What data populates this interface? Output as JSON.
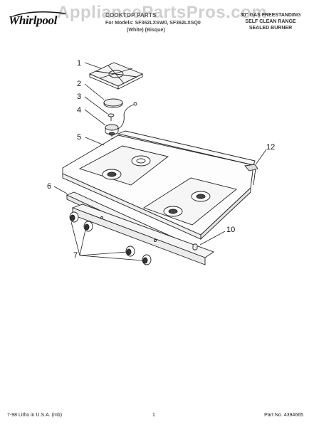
{
  "header": {
    "brand": "Whirlpool",
    "title": "COOKTOP PARTS",
    "subtitle": "For Models: SF362LXSW0, SF362LXSQ0",
    "model_note": "(White)   (Bisque)",
    "product_lines": [
      "30\" GAS FREESTANDING",
      "SELF CLEAN RANGE",
      "SEALED BURNER"
    ]
  },
  "watermark": "AppliancePartsPros.com",
  "callouts": [
    "1",
    "2",
    "3",
    "4",
    "5",
    "6",
    "7",
    "10",
    "12"
  ],
  "footer": {
    "left": "7-98 Litho in U.S.A. (mb)",
    "page": "1",
    "part_no": "Part No. 4394665"
  }
}
